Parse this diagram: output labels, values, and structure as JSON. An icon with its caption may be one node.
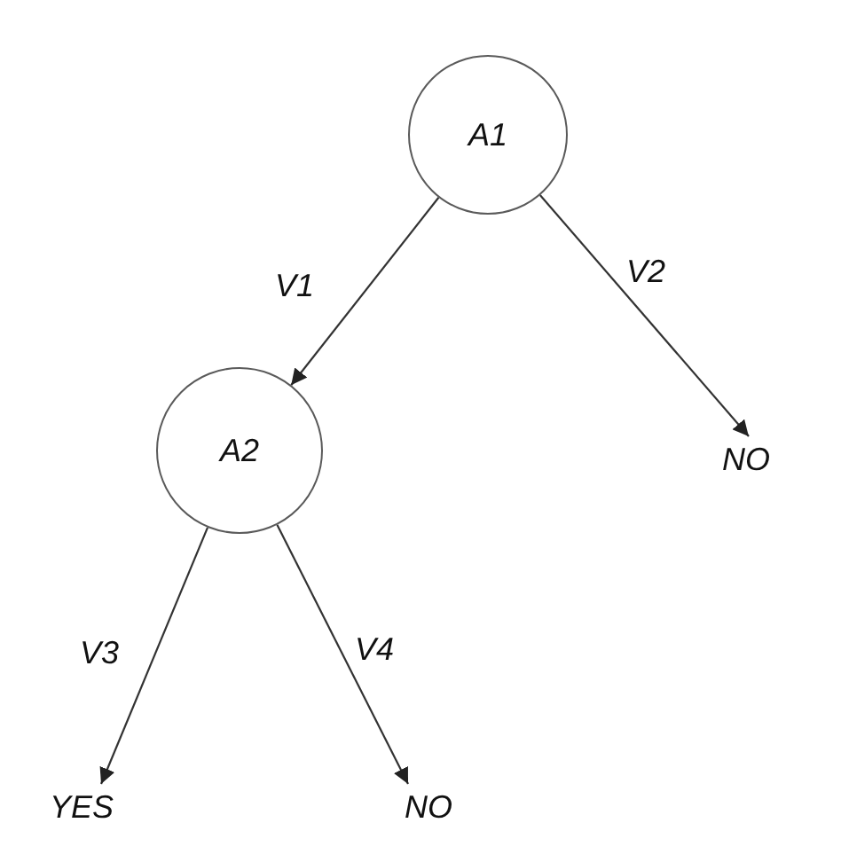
{
  "diagram": {
    "nodes": [
      {
        "text": [
          "A1"
        ]
      },
      {
        "text": [
          "A2"
        ]
      },
      {
        "text": [
          "NO"
        ]
      },
      {
        "text": [
          "YES"
        ]
      },
      {
        "text": [
          "NO"
        ]
      }
    ],
    "edges": [
      {
        "from": 0,
        "to": 1,
        "arrow": "to",
        "label": "V1"
      },
      {
        "from": 0,
        "to": 2,
        "arrow": "to",
        "label": "V2"
      },
      {
        "from": 1,
        "to": 3,
        "arrow": "to",
        "label": "V3"
      },
      {
        "from": 1,
        "to": 4,
        "arrow": "to",
        "label": "V4"
      }
    ]
  }
}
